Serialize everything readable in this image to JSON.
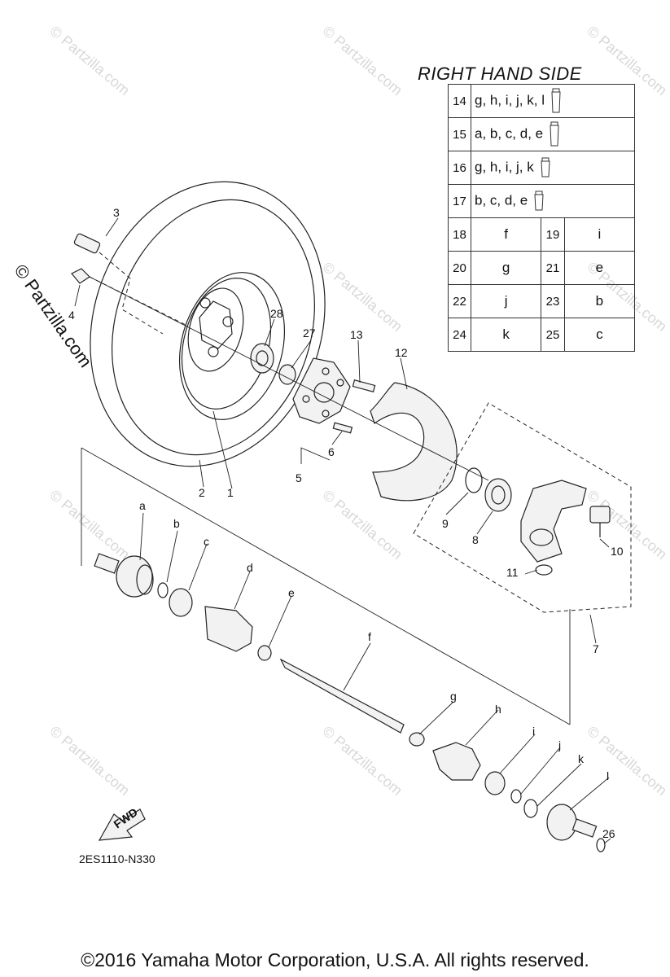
{
  "watermark": "© Partzilla.com",
  "side_watermark": "© Partzilla.com",
  "table": {
    "title": "RIGHT HAND SIDE",
    "wide_rows": [
      {
        "num": "14",
        "letters": "g, h, i, j, k, l",
        "tube": "tall"
      },
      {
        "num": "15",
        "letters": "a, b, c, d, e",
        "tube": "tall"
      },
      {
        "num": "16",
        "letters": "g, h, i, j, k",
        "tube": "short"
      },
      {
        "num": "17",
        "letters": "b, c, d, e",
        "tube": "short"
      }
    ],
    "pair_rows": [
      {
        "num1": "18",
        "let1": "f",
        "num2": "19",
        "let2": "i"
      },
      {
        "num1": "20",
        "let1": "g",
        "num2": "21",
        "let2": "e"
      },
      {
        "num1": "22",
        "let1": "j",
        "num2": "23",
        "let2": "b"
      },
      {
        "num1": "24",
        "let1": "k",
        "num2": "25",
        "let2": "c"
      }
    ]
  },
  "callouts": [
    "1",
    "2",
    "3",
    "4",
    "5",
    "6",
    "7",
    "8",
    "9",
    "10",
    "11",
    "12",
    "13",
    "26",
    "27",
    "28",
    "a",
    "b",
    "c",
    "d",
    "e",
    "f",
    "g",
    "h",
    "i",
    "j",
    "k",
    "l"
  ],
  "fwd_label": "FWD",
  "ref_code": "2ES1110-N330",
  "copyright": "©2016  Yamaha Motor Corporation, U.S.A. All rights reserved."
}
